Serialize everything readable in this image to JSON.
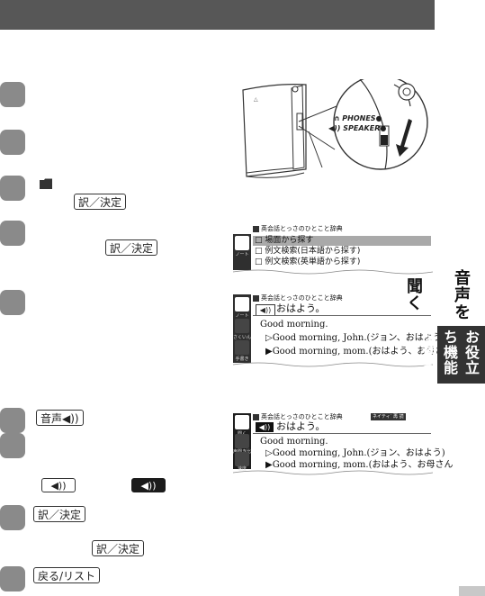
{
  "keys": {
    "yaku_kettei": "訳／決定",
    "onsei": "音声◀))",
    "modoru_list": "戻る/リスト"
  },
  "device": {
    "phones_label": "PHONES●",
    "speaker_label": "◀)) SPEAKER●"
  },
  "screen1": {
    "header": "英会話とっさのひとこと辞典",
    "sidebar_label": "ノート",
    "items": [
      "場面から探す",
      "例文検索(日本語から探す)",
      "例文検索(英単語から探す)"
    ]
  },
  "screen2": {
    "header": "英会話とっさのひとこと辞典",
    "headword": "おはよう。",
    "sidebar_labels": [
      "ノート",
      "さくいん検索",
      "手書き"
    ],
    "lines": [
      "Good morning.",
      "▷Good morning, John.(ジョン、おはよう)",
      "▶Good morning, mom.(おはよう、お母さん"
    ]
  },
  "screen3": {
    "header": "英会話とっさのひとこと辞典",
    "header_tags": [
      "ネイティブ",
      "再 読"
    ],
    "headword": "おはよう。",
    "sidebar_labels": [
      "聞く",
      "声聞き比べ",
      "速度"
    ],
    "lines": [
      "Good morning.",
      "▷Good morning, John.(ジョン、おはよう)",
      "▶Good morning, mom.(おはよう、お母さん"
    ]
  },
  "side_tabs": {
    "section": "音声を聞く",
    "category": "お役立ち機能を使う"
  },
  "colors": {
    "top_bar": "#575757",
    "step_badge": "#8a8a8a",
    "tab_dark": "#333333",
    "highlight_row": "#a9a9a9"
  }
}
